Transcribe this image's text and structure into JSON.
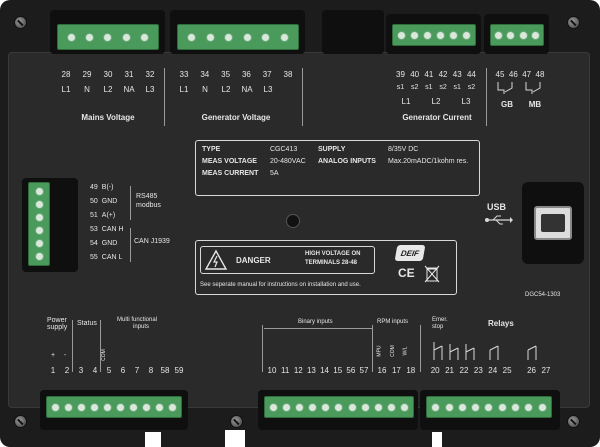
{
  "colors": {
    "housing": "#1c1c1c",
    "face": "#2a2a2a",
    "terminal": "#4a9a5c",
    "text": "#e6e6e6"
  },
  "top": {
    "mains": {
      "numbers": [
        "28",
        "29",
        "30",
        "31",
        "32"
      ],
      "phases": [
        "L1",
        "N",
        "L2",
        "NA",
        "L3"
      ],
      "title": "Mains Voltage"
    },
    "generator": {
      "numbers": [
        "33",
        "34",
        "35",
        "36",
        "37",
        "38"
      ],
      "phases": [
        "L1",
        "N",
        "L2",
        "NA",
        "L3"
      ],
      "title": "Generator Voltage"
    },
    "current": {
      "numbers": [
        "39",
        "40",
        "41",
        "42",
        "43",
        "44"
      ],
      "s": [
        "s1",
        "s2",
        "s1",
        "s2",
        "s1",
        "s2"
      ],
      "phases": [
        "L1",
        "L2",
        "L3"
      ],
      "title": "Generator Current"
    },
    "gb": {
      "numbers": [
        "45",
        "46"
      ],
      "label": "GB"
    },
    "mb": {
      "numbers": [
        "47",
        "48"
      ],
      "label": "MB"
    }
  },
  "spec": {
    "type_k": "TYPE",
    "type_v": "CGC413",
    "meas_v_k": "MEAS VOLTAGE",
    "meas_v_v": "20-480VAC",
    "meas_c_k": "MEAS CURRENT",
    "meas_c_v": "5A",
    "supply_k": "SUPPLY",
    "supply_v": "8/35V DC",
    "analog_k": "ANALOG INPUTS",
    "analog_v": "Max.20mADC/1kohm res."
  },
  "comm": {
    "rows": [
      {
        "n": "49",
        "l": "B(-)"
      },
      {
        "n": "50",
        "l": "GND"
      },
      {
        "n": "51",
        "l": "A(+)"
      },
      {
        "n": "53",
        "l": "CAN H"
      },
      {
        "n": "54",
        "l": "GND"
      },
      {
        "n": "55",
        "l": "CAN L"
      }
    ],
    "rs485": "RS485",
    "modbus": "modbus",
    "can": "CAN J1939"
  },
  "usb": {
    "label": "USB"
  },
  "danger": {
    "title": "DANGER",
    "hv1": "HIGH VOLTAGE ON",
    "hv2": "TERMINALS 28-48",
    "manual": "See seperate manual for instructions on installation and use.",
    "logo": "DEIF",
    "ce": "CE"
  },
  "model_code": "DGC54-1303",
  "bottom": {
    "power": "Power",
    "supply": "supply",
    "status": "Status",
    "multi1": "Multi functional",
    "multi2": "inputs",
    "binary": "Binary inputs",
    "rpm": "RPM inputs",
    "emer1": "Emer.",
    "emer2": "stop",
    "relays": "Relays",
    "plus": "+",
    "minus": "-",
    "com": "COM",
    "mpu": "MPU",
    "wl": "W/L",
    "numbers_left": [
      "1",
      "2",
      "3",
      "4",
      "5",
      "6",
      "7",
      "8",
      "58",
      "59"
    ],
    "numbers_mid": [
      "10",
      "11",
      "12",
      "13",
      "14",
      "15",
      "56",
      "57"
    ],
    "numbers_right": [
      "16",
      "17",
      "18",
      "20",
      "21",
      "22",
      "23",
      "24",
      "25",
      "26",
      "27"
    ]
  }
}
